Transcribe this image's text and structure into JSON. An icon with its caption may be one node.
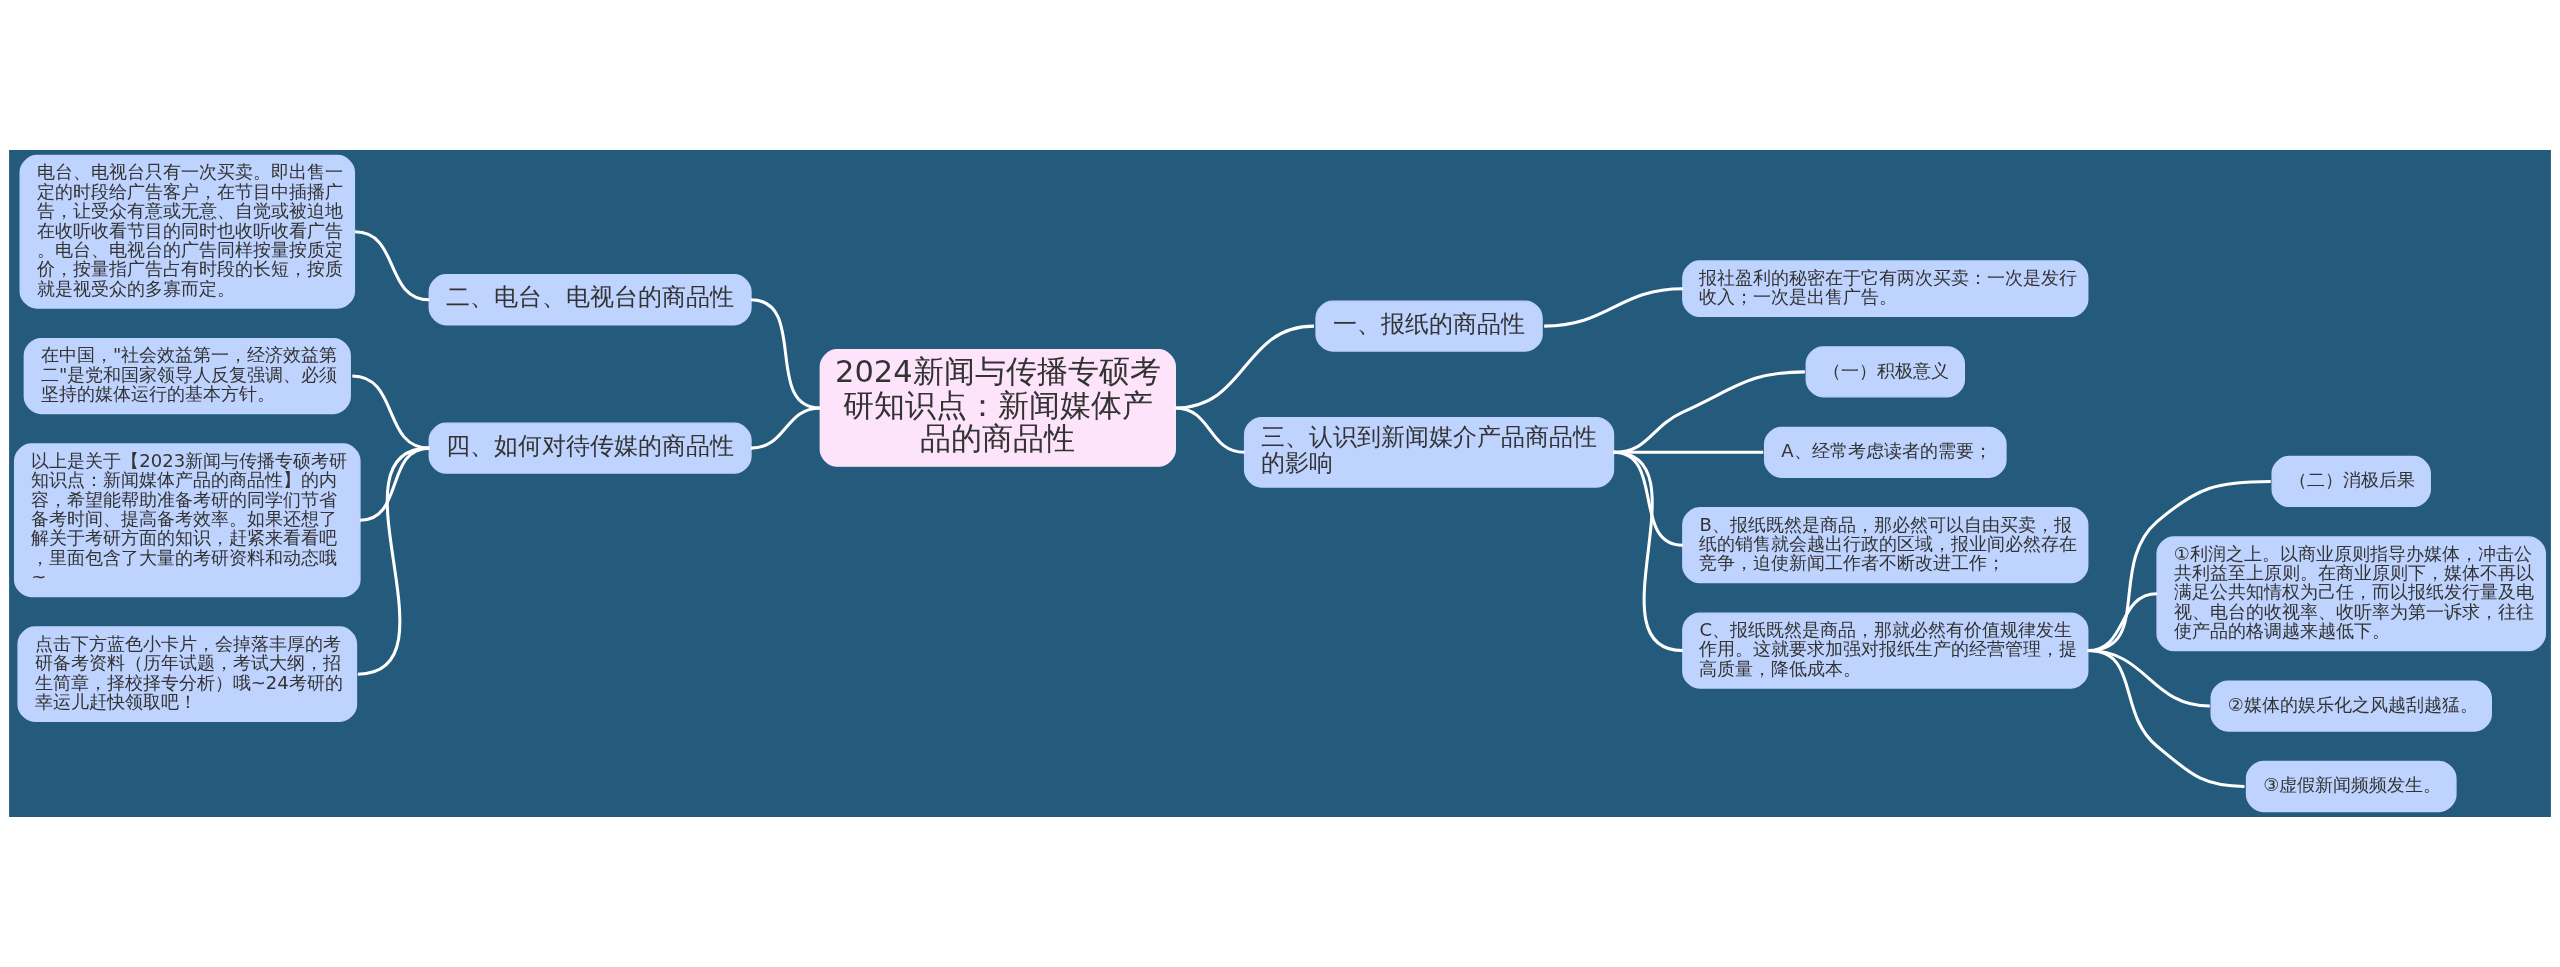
{
  "diagram": {
    "nodes": [
      {
        "text": [
          "2024新闻与传播专硕考研知识点：新闻媒体产品的商品性"
        ]
      },
      {
        "text": [
          "一、报纸的商品性"
        ]
      },
      {
        "text": [
          "报社盈利的秘密在于它有两次买卖：一次是发行收入；一次是出售广告。"
        ]
      },
      {
        "text": [
          "二、电台、电视台的商品性"
        ]
      },
      {
        "text": [
          "电台、电视台只有一次买卖。即出售一定的时段给广告客户，在节目中插播广告，让受众有意或无意、自觉或被迫地在收听收看节目的同时也收听收看广告。电台、电视台的广告同样按量按质定价，按量指广告占有时段的长短，按质就是视受众的多寡而定。"
        ]
      },
      {
        "text": [
          "三、认识到新闻媒介产品商品性的影响"
        ]
      },
      {
        "text": [
          "（一）积极意义"
        ]
      },
      {
        "text": [
          "A、经常考虑读者的需要；"
        ]
      },
      {
        "text": [
          "B、报纸既然是商品，那必然可以自由买卖，报纸的销售就会越出行政的区域，报业间必然存在竞争，迫使新闻工作者不断改进工作；"
        ]
      },
      {
        "text": [
          "C、报纸既然是商品，那就必然有价值规律发生作用。这就要求加强对报纸生产的经营管理，提高质量，降低成本。"
        ]
      },
      {
        "text": [
          "（二）消极后果"
        ]
      },
      {
        "text": [
          "①利润之上。以商业原则指导办媒体，冲击公共利益至上原则。在商业原则下，媒体不再以满足公共知情权为己任，而以报纸发行量及电视、电台的收视率、收听率为第一诉求，往往使产品的格调越来越低下。"
        ]
      },
      {
        "text": [
          "②媒体的娱乐化之风越刮越猛。"
        ]
      },
      {
        "text": [
          "③虚假新闻频频发生。"
        ]
      },
      {
        "text": [
          "四、如何对待传媒的商品性"
        ]
      },
      {
        "text": [
          "在中国，\"社会效益第一，经济效益第二\"是党和国家领导人反复强调、必须坚持的媒体运行的基本方针。"
        ]
      },
      {
        "text": [
          "以上是关于【2023新闻与传播专硕考研知识点：新闻媒体产品的商品性】的内容，希望能帮助准备考研的同学们节省备考时间、提高备考效率。如果还想了解关于考研方面的知识，赶紧来看看吧，里面包含了大量的考研资料和动态哦~"
        ]
      },
      {
        "text": [
          "点击下方蓝色小卡片，会掉落丰厚的考研备考资料（历年试题，考试大纲，招生简章，择校择专分析）哦~24考研的幸运儿赶快领取吧！"
        ]
      }
    ],
    "edges": [
      {
        "from": 0,
        "to": 1,
        "arrow": "none"
      },
      {
        "from": 1,
        "to": 2,
        "arrow": "none"
      },
      {
        "from": 4,
        "to": 3,
        "arrow": "none"
      },
      {
        "from": 3,
        "to": 0,
        "arrow": "none"
      },
      {
        "from": 0,
        "to": 5,
        "arrow": "none"
      },
      {
        "from": 5,
        "to": 6,
        "arrow": "none"
      },
      {
        "from": 5,
        "to": 7,
        "arrow": "none"
      },
      {
        "from": 5,
        "to": 8,
        "arrow": "none"
      },
      {
        "from": 5,
        "to": 9,
        "arrow": "none"
      },
      {
        "from": 9,
        "to": 10,
        "arrow": "none"
      },
      {
        "from": 9,
        "to": 11,
        "arrow": "none"
      },
      {
        "from": 9,
        "to": 12,
        "arrow": "none"
      },
      {
        "from": 9,
        "to": 13,
        "arrow": "none"
      },
      {
        "from": 15,
        "to": 14,
        "arrow": "none"
      },
      {
        "from": 16,
        "to": 14,
        "arrow": "none"
      },
      {
        "from": 17,
        "to": 14,
        "arrow": "none"
      },
      {
        "from": 14,
        "to": 0,
        "arrow": "none"
      }
    ]
  }
}
